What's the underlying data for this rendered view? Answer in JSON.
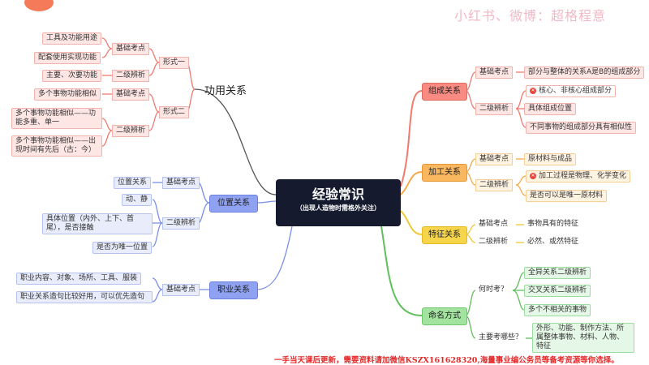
{
  "watermark": "小红书、微博：超格程意",
  "footer": "一手当天课后更新，需要资料请加微信KSZX161628320,海量事业编公务员等备考资源等你选择。",
  "center": {
    "title": "经验常识",
    "subtitle": "（出现人造物时需格外关注）"
  },
  "gongyong": {
    "title": "功用关系",
    "forms": [
      {
        "label": "形式一"
      },
      {
        "label": "形式二"
      }
    ],
    "f1_base": "基础考点",
    "f1_base_items": [
      "工具及功能用途",
      "配套使用实现功能"
    ],
    "f1_second": "二级辨析",
    "f1_second_items": [
      "主要、次要功能"
    ],
    "f2_base": "基础考点",
    "f2_base_items": [
      "多个事物功能相似"
    ],
    "f2_second": "二级辨析",
    "f2_second_items": [
      "多个事物功能相似——功能多重、单一",
      "多个事物功能相似——出现时间有先后（古：今）"
    ]
  },
  "weizhi": {
    "title": "位置关系",
    "base": "基础考点",
    "base_items": [
      "位置关系"
    ],
    "second": "二级辨析",
    "second_items": [
      "动、静",
      "具体位置（内外、上下、首尾），是否接触",
      "是否为唯一位置"
    ]
  },
  "zhiye": {
    "title": "职业关系",
    "base": "基础考点",
    "base_items": [
      "职业内容、对象、场所、工具、服装",
      "职业关系造句比较好用，可以优先造句"
    ]
  },
  "zucheng": {
    "title": "组成关系",
    "base": "基础考点",
    "base_items": [
      "部分与整体的关系A是B的组成部分"
    ],
    "second": "二级辨析",
    "second_items": [
      "核心、非核心组成部分",
      "具体组成位置",
      "不同事物的组成部分具有相似性"
    ]
  },
  "jiagong": {
    "title": "加工关系",
    "base": "基础考点",
    "base_items": [
      "原材料与成品"
    ],
    "second": "二级辨析",
    "second_items": [
      "加工过程是物理、化学变化",
      "是否可以是唯一原材料"
    ]
  },
  "tezheng": {
    "title": "特征关系",
    "base": "基础考点",
    "base_items": [
      "事物具有的特征"
    ],
    "second": "二级辨析",
    "second_items": [
      "必然、或然特征"
    ]
  },
  "mingming": {
    "title": "命名方式",
    "when": "何时考？",
    "when_items": [
      "全异关系二级辨析",
      "交叉关系二级辨析",
      "多个不相关的事物"
    ],
    "what": "主要考哪些？",
    "what_items": [
      "外形、功能、制作方法、所属整体事物、材料、人物、特征"
    ]
  },
  "colors": {
    "red": "#f98b82",
    "orange": "#f9b85f",
    "yellow": "#f7d54a",
    "blue": "#8fa2f2",
    "green": "#a3e3a0",
    "center": "#151a2e",
    "footer": "#e32a2a"
  },
  "icons": [
    "warning-mark-icon"
  ]
}
